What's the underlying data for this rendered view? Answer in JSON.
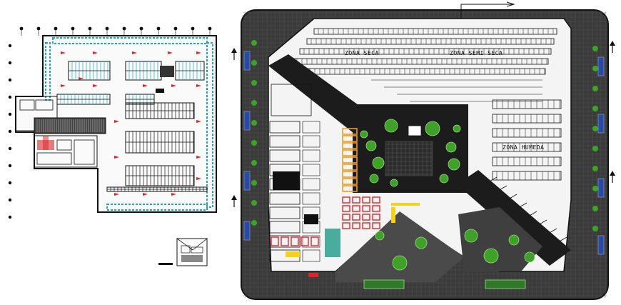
{
  "drawing": {
    "zones": {
      "dry": "ZONA SECA",
      "semi_dry": "ZONA SEMI SECA",
      "wet": "ZONA HUMEDA"
    }
  },
  "colors": {
    "ink": "#111111",
    "paving": "#3a3a3a",
    "dark_fill": "#1c1c1c",
    "parking_cyan": "#1aa7c4",
    "arrow_red": "#d8262b",
    "tree_green": "#3fa02a",
    "stall_orange": "#f39a1e",
    "stall_red": "#e0262a",
    "stall_yellow": "#f4d11d",
    "bay_blue": "#2a4aa8",
    "teal": "#1f9a8a"
  },
  "icons": [
    "north-arrow-icon",
    "column-grid-marker-icon",
    "tree-symbol-icon",
    "direction-arrow-icon"
  ]
}
